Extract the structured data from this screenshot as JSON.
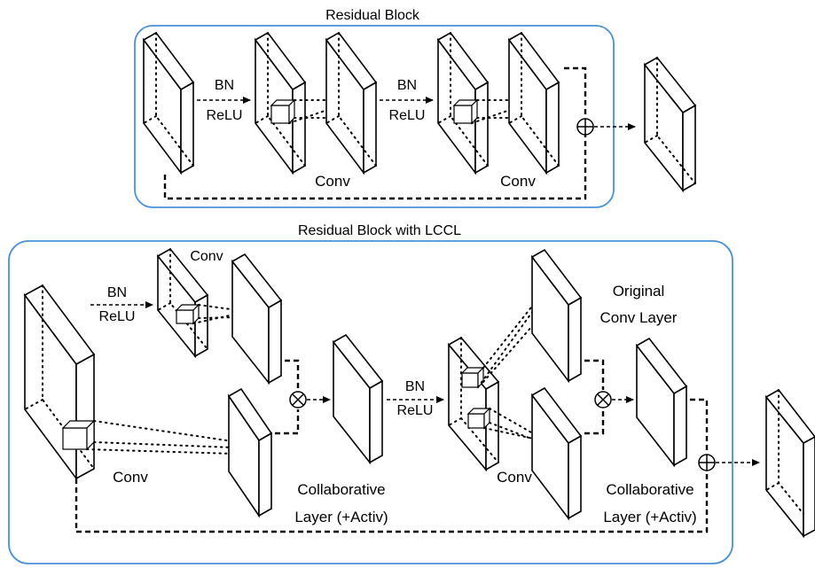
{
  "top_block": {
    "title": "Residual Block",
    "bn_label_1": "BN",
    "relu_label_1": "ReLU",
    "bn_label_2": "BN",
    "relu_label_2": "ReLU",
    "conv_label_1": "Conv",
    "conv_label_2": "Conv"
  },
  "bottom_block": {
    "title": "Residual Block with LCCL",
    "bn_label_1": "BN",
    "relu_label_1": "ReLU",
    "conv_label_top": "Conv",
    "conv_label_left": "Conv",
    "bn_label_2": "BN",
    "relu_label_2": "ReLU",
    "original_line1": "Original",
    "original_line2": "Conv Layer",
    "conv_label_mid": "Conv",
    "collab_left_line1": "Collaborative",
    "collab_left_line2": "Layer (+Activ)",
    "collab_right_line1": "Collaborative",
    "collab_right_line2": "Layer (+Activ)"
  },
  "colors": {
    "block_border": "#4a90d9",
    "ink": "#000000"
  },
  "icons": [
    "add-operator-icon",
    "multiply-operator-icon",
    "arrow-right-icon"
  ]
}
